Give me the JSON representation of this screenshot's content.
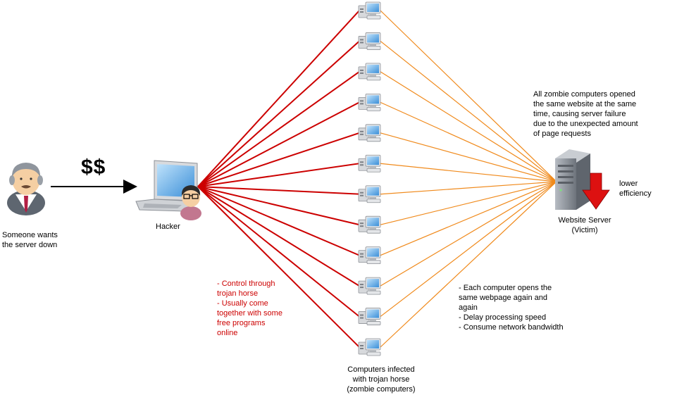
{
  "person": {
    "label": "Someone wants\nthe server down"
  },
  "payment": {
    "label": "$$"
  },
  "hacker": {
    "label": "Hacker"
  },
  "hacker_note": {
    "text": "- Control through\ntrojan horse\n- Usually come\ntogether with some\nfree programs\nonline"
  },
  "zombies": {
    "label": "Computers infected\nwith trojan horse\n(zombie computers)",
    "count": 12
  },
  "attack_note": {
    "text": "All zombie computers opened\nthe same website at the same\ntime, causing server failure\ndue to the unexpected amount\nof page requests"
  },
  "traffic_note": {
    "text": "- Each computer opens the\nsame webpage again and\nagain\n- Delay processing speed\n- Consume network bandwidth"
  },
  "server": {
    "label": "Website Server\n(Victim)"
  },
  "efficiency": {
    "label": "lower\nefficiency"
  },
  "colors": {
    "control_lines": "#cc0000",
    "request_lines": "#f08a1c",
    "arrow_down": "#dd1111",
    "server_body": "#8a9098",
    "screen_blue": "#4aa0e6"
  }
}
